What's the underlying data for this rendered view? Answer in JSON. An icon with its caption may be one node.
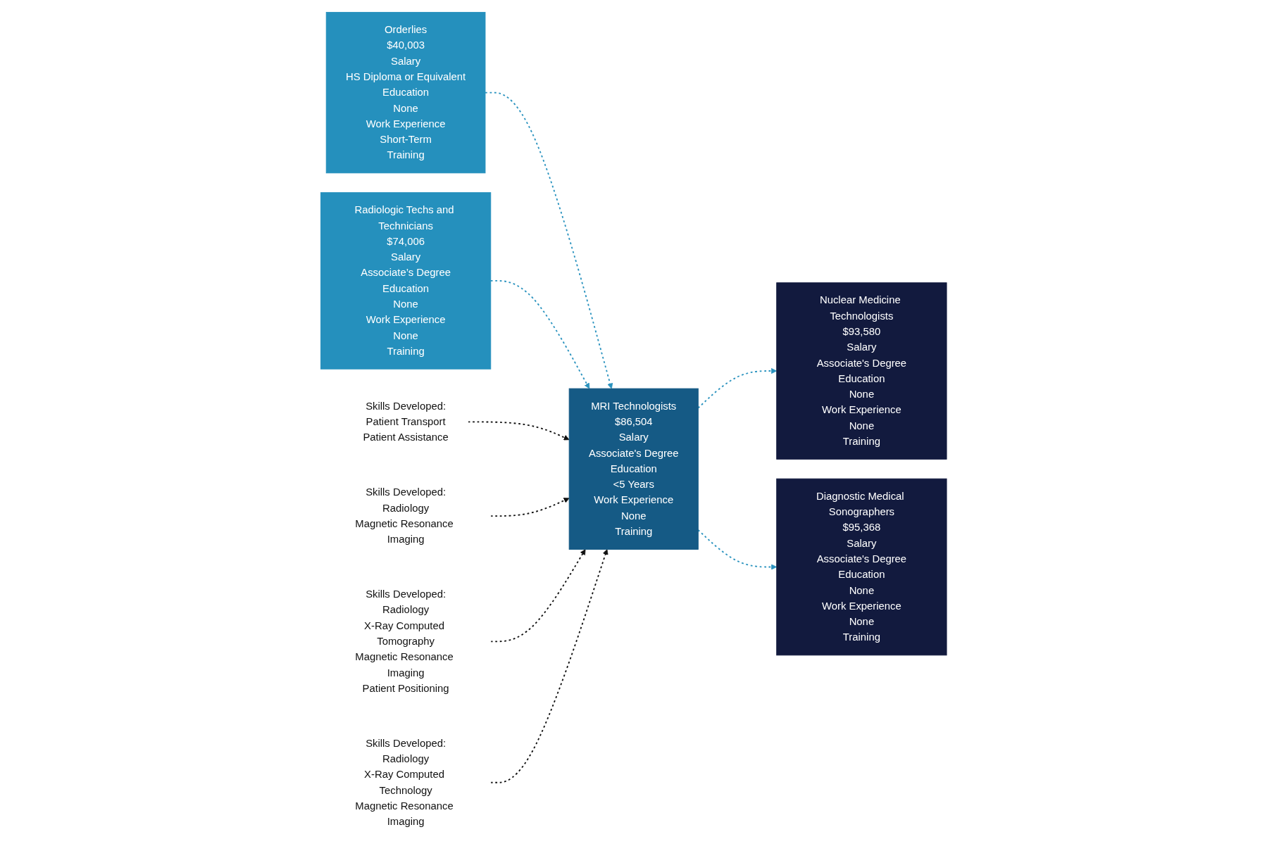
{
  "diagram": {
    "nodes": [
      {
        "text": [
          "Orderlies",
          "$40,003",
          "Salary",
          "HS Diploma or Equivalent",
          "Education",
          "None",
          "Work Experience",
          "Short-Term",
          "Training"
        ]
      },
      {
        "text": [
          "Skills Developed:",
          "Patient Transport",
          "Patient Assistance"
        ]
      },
      {
        "text": [
          "Skills Developed:",
          "Radiology",
          "Magnetic Resonance Imaging"
        ]
      },
      {
        "text": [
          "Nuclear Medicine Technologists",
          "$93,580",
          "Salary",
          "Associate's Degree",
          "Education",
          "None",
          "Work Experience",
          "None",
          "Training"
        ]
      },
      {
        "text": [
          "MRI Technologists",
          "$86,504",
          "Salary",
          "Associate's Degree",
          "Education",
          "<5 Years",
          "Work Experience",
          "None",
          "Training"
        ]
      },
      {
        "text": [
          "Radiologic Techs and Technicians",
          "$74,006",
          "Salary",
          "Associate’s Degree",
          "Education",
          "None",
          "Work Experience",
          "None",
          "Training"
        ]
      },
      {
        "text": [
          "Skills Developed:",
          "Radiology",
          "X-Ray Computed Tomography",
          "Magnetic Resonance Imaging",
          "Patient Positioning"
        ]
      },
      {
        "text": [
          "Skills Developed:",
          "Radiology",
          "X-Ray Computed Technology",
          "Magnetic Resonance Imaging"
        ]
      },
      {
        "text": [
          "Diagnostic Medical Sonographers",
          "$95,368",
          "Salary",
          "Associate's Degree",
          "Education",
          "None",
          "Work Experience",
          "None",
          "Training"
        ]
      }
    ],
    "edges": [
      {
        "from": 0,
        "to": 4,
        "arrow": "to",
        "style": "dashed"
      },
      {
        "from": 5,
        "to": 4,
        "arrow": "to",
        "style": "dashed"
      },
      {
        "from": 4,
        "to": 3,
        "arrow": "to",
        "style": "dashed"
      },
      {
        "from": 4,
        "to": 8,
        "arrow": "to",
        "style": "dashed"
      },
      {
        "from": 1,
        "to": 4,
        "arrow": "to",
        "style": "dashed",
        "color": "#111111"
      },
      {
        "from": 2,
        "to": 4,
        "arrow": "to",
        "style": "dashed",
        "color": "#111111"
      },
      {
        "from": 6,
        "to": 4,
        "arrow": "to",
        "style": "dashed",
        "color": "#111111"
      },
      {
        "from": 7,
        "to": 4,
        "arrow": "to",
        "style": "dashed",
        "color": "#111111"
      }
    ]
  }
}
